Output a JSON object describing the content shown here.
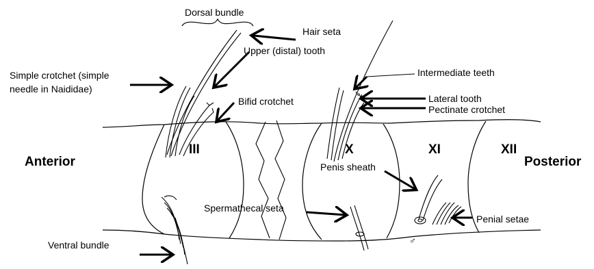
{
  "labels": {
    "dorsal_bundle": "Dorsal bundle",
    "hair_seta": "Hair seta",
    "upper_tooth": "Upper (distal) tooth",
    "simple_crotchet_line1": "Simple crotchet (simple",
    "simple_crotchet_line2": "needle in Naididae)",
    "bifid_crotchet": "Bifid crotchet",
    "intermediate_teeth": "Intermediate teeth",
    "lateral_tooth": "Lateral tooth",
    "pectinate_crotchet": "Pectinate crotchet",
    "anterior": "Anterior",
    "posterior": "Posterior",
    "segment_iii": "III",
    "segment_x": "X",
    "segment_xi": "XI",
    "segment_xii": "XII",
    "penis_sheath": "Penis sheath",
    "spermathecal_seta": "Spermathecal seta",
    "penial_setae": "Penial setae",
    "ventral_bundle": "Ventral bundle",
    "male_symbol": "♂"
  },
  "colors": {
    "ink": "#000000",
    "background": "#ffffff"
  }
}
